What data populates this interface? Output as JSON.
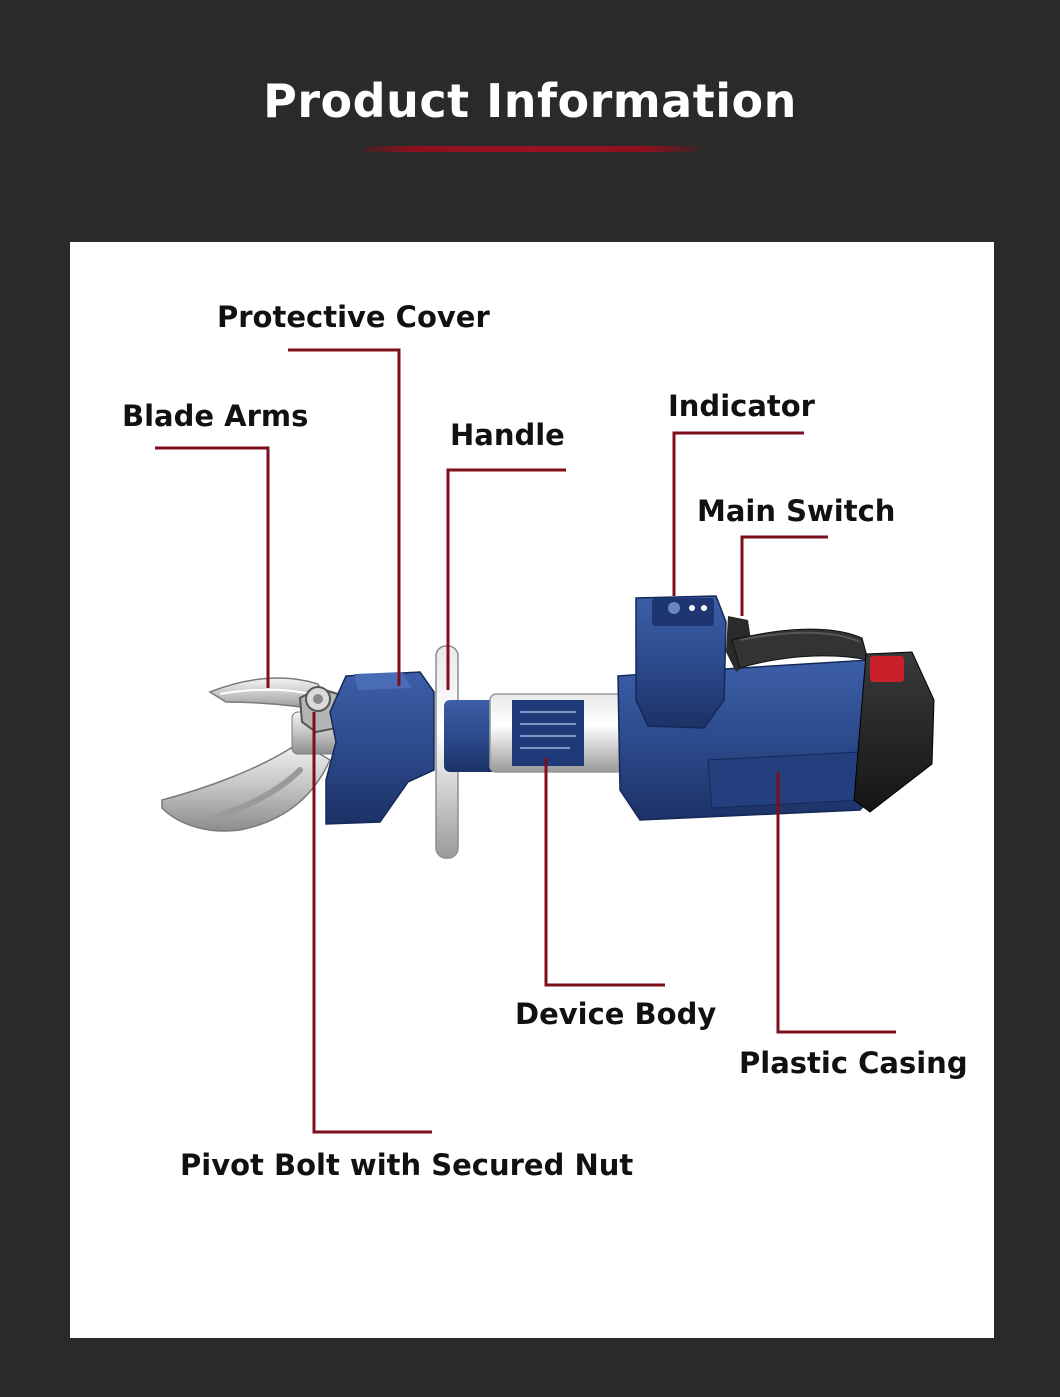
{
  "header": {
    "title": "Product Information",
    "accent_color": "#8e1020"
  },
  "callouts": [
    {
      "id": "protective-cover",
      "label": "Protective Cover"
    },
    {
      "id": "blade-arms",
      "label": "Blade Arms"
    },
    {
      "id": "handle",
      "label": "Handle"
    },
    {
      "id": "indicator",
      "label": "Indicator"
    },
    {
      "id": "main-switch",
      "label": "Main Switch"
    },
    {
      "id": "device-body",
      "label": "Device Body"
    },
    {
      "id": "plastic-casing",
      "label": "Plastic Casing"
    },
    {
      "id": "pivot-bolt",
      "label": "Pivot Bolt with Secured Nut"
    }
  ],
  "colors": {
    "background": "#2a2a2a",
    "panel": "#ffffff",
    "leader_line": "#7d0f1c",
    "tool_blue": "#2c4a8c",
    "battery_red": "#c8202a"
  }
}
